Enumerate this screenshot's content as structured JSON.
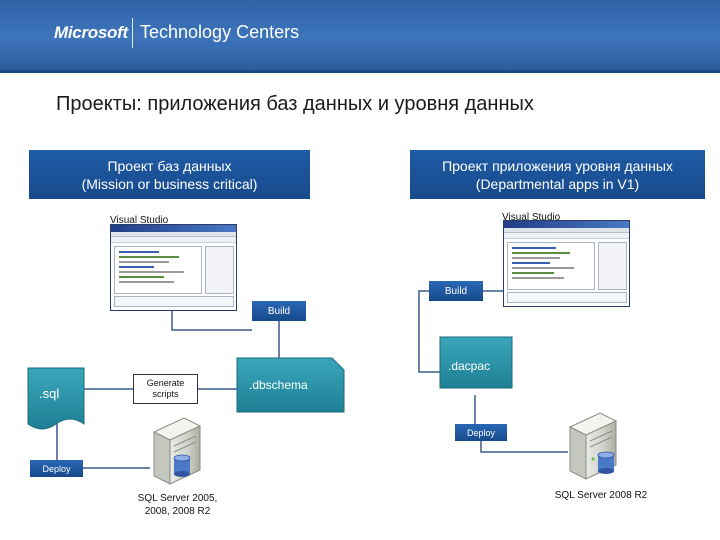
{
  "header": {
    "brand": "Microsoft",
    "product": "Technology Centers"
  },
  "title": "Проекты: приложения баз данных и уровня данных",
  "left_project": {
    "line1": "Проект баз данных",
    "line2": "(Mission or business critical)"
  },
  "right_project": {
    "line1": "Проект приложения уровня данных",
    "line2": "(Departmental apps in V1)"
  },
  "visual_studio_left": "Visual Studio",
  "visual_studio_right": "Visual Studio",
  "build_left": "Build",
  "build_right": "Build",
  "sql_file": ".sql",
  "generate_scripts": {
    "line1": "Generate",
    "line2": "scripts"
  },
  "dbschema": ".dbschema",
  "dacpac": ".dacpac",
  "deploy_left": "Deploy",
  "deploy_right": "Deploy",
  "server_left": {
    "line1": "SQL Server 2005,",
    "line2": "2008, 2008 R2"
  },
  "server_right": "SQL Server 2008 R2",
  "colors": {
    "header_blue": "#2f63a8",
    "box_blue": "#1f5ba6",
    "doc_teal": "#2b93a8",
    "connector": "#3b5b8c"
  },
  "icons": [
    "server-icon",
    "database-icon",
    "document-icon",
    "visual-studio-screenshot"
  ]
}
